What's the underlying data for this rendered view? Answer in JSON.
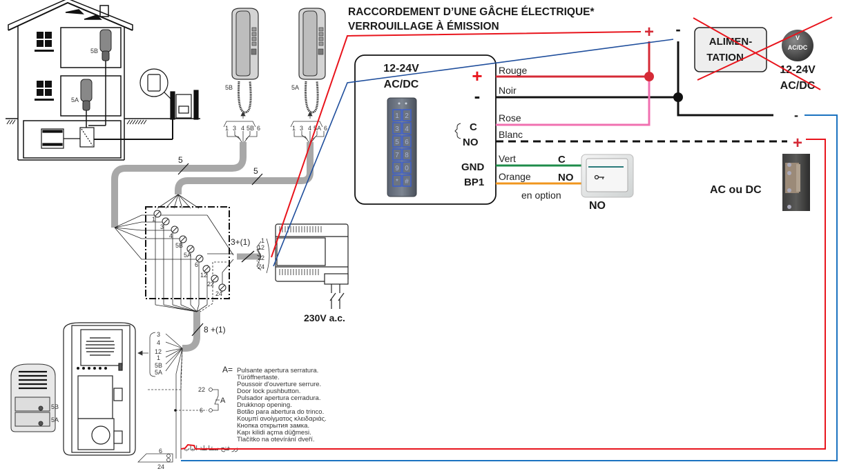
{
  "title": {
    "line1": "RACCORDEMENT D’UNE GÂCHE ÉLECTRIQUE*",
    "line2": "VERROUILLAGE À ÉMISSION"
  },
  "colors": {
    "red": "#e8141c",
    "blue": "#1f4e9c",
    "blue_right": "#1a72c0",
    "black": "#111111",
    "pink": "#f070b0",
    "green": "#1e8c4a",
    "orange": "#f0961e",
    "cable_gray": "#a8a8a8",
    "keypad_blue": "#3a5dd0"
  },
  "house": {
    "handset_upper_label": "5B",
    "handset_lower_label": "5A"
  },
  "handsets": [
    {
      "label": "5B",
      "terminals": [
        "1",
        "3",
        "4",
        "5B",
        "6"
      ]
    },
    {
      "label": "5A",
      "terminals": [
        "1",
        "3",
        "4",
        "5A",
        "6"
      ]
    }
  ],
  "cables": {
    "to_5b": "5",
    "to_5a": "5",
    "to_power": "3+(1)",
    "to_panel": "8 +(1)"
  },
  "junction_terminals": [
    "1",
    "3",
    "4",
    "5B",
    "5A",
    "6",
    "12",
    "22",
    "24"
  ],
  "power_supply": {
    "terminals": [
      "1",
      "12",
      "22",
      "24"
    ],
    "mains_label": "230V a.c."
  },
  "panel": {
    "terminals": [
      "3",
      "4",
      "12",
      "1",
      "5B",
      "5A"
    ],
    "button_labels": [
      "5B",
      "5A"
    ],
    "switch_terminals": [
      "22",
      "6"
    ],
    "switch_label": "A",
    "lock_terminals": [
      "6",
      "24"
    ]
  },
  "legend": {
    "prefix": "A=",
    "lines": [
      "Pulsante apertura serratura.",
      "Türöffnertaste.",
      "Poussoir d'ouverture serrure.",
      "Door lock pushbutton.",
      "Pulsador apertura cerradura.",
      "Drukknop opening.",
      "Botão para abertura do trinco.",
      "Κουμπί ανοίγματος κλειδαριάς.",
      "Кнопка открытия замка.",
      "Kapı kilidi açma düğmesi.",
      "Tlačítko na otevírání dveří.",
      "زر فتح سقاطة الباب"
    ]
  },
  "keypad_module": {
    "voltage_line1": "12-24V",
    "voltage_line2": "AC/DC",
    "plus_sign": "+",
    "minus_sign": "-",
    "c_label": "C",
    "no_label": "NO",
    "gnd_label": "GND",
    "bp1_label": "BP1",
    "keys": [
      "1",
      "2",
      "3",
      "4",
      "5",
      "6",
      "7",
      "8",
      "9",
      "0",
      "*",
      "#"
    ]
  },
  "wires": [
    {
      "name": "Rouge"
    },
    {
      "name": "Noir"
    },
    {
      "name": "Rose"
    },
    {
      "name": "Blanc"
    },
    {
      "name": "Vert"
    },
    {
      "name": "Orange"
    }
  ],
  "top_terminals": {
    "plus": "+",
    "minus": "-"
  },
  "pushbutton": {
    "c_label": "C",
    "no_label": "NO",
    "option_label": "en option",
    "type_label": "NO"
  },
  "power_block": {
    "label_line1": "ALIMEN-",
    "label_line2": "TATION",
    "badge_top": "V",
    "badge_text": "AC/DC",
    "voltage_line1": "12-24V",
    "voltage_line2": "AC/DC",
    "minus_sign": "-"
  },
  "strike": {
    "plus_sign": "+",
    "label": "AC ou DC"
  }
}
